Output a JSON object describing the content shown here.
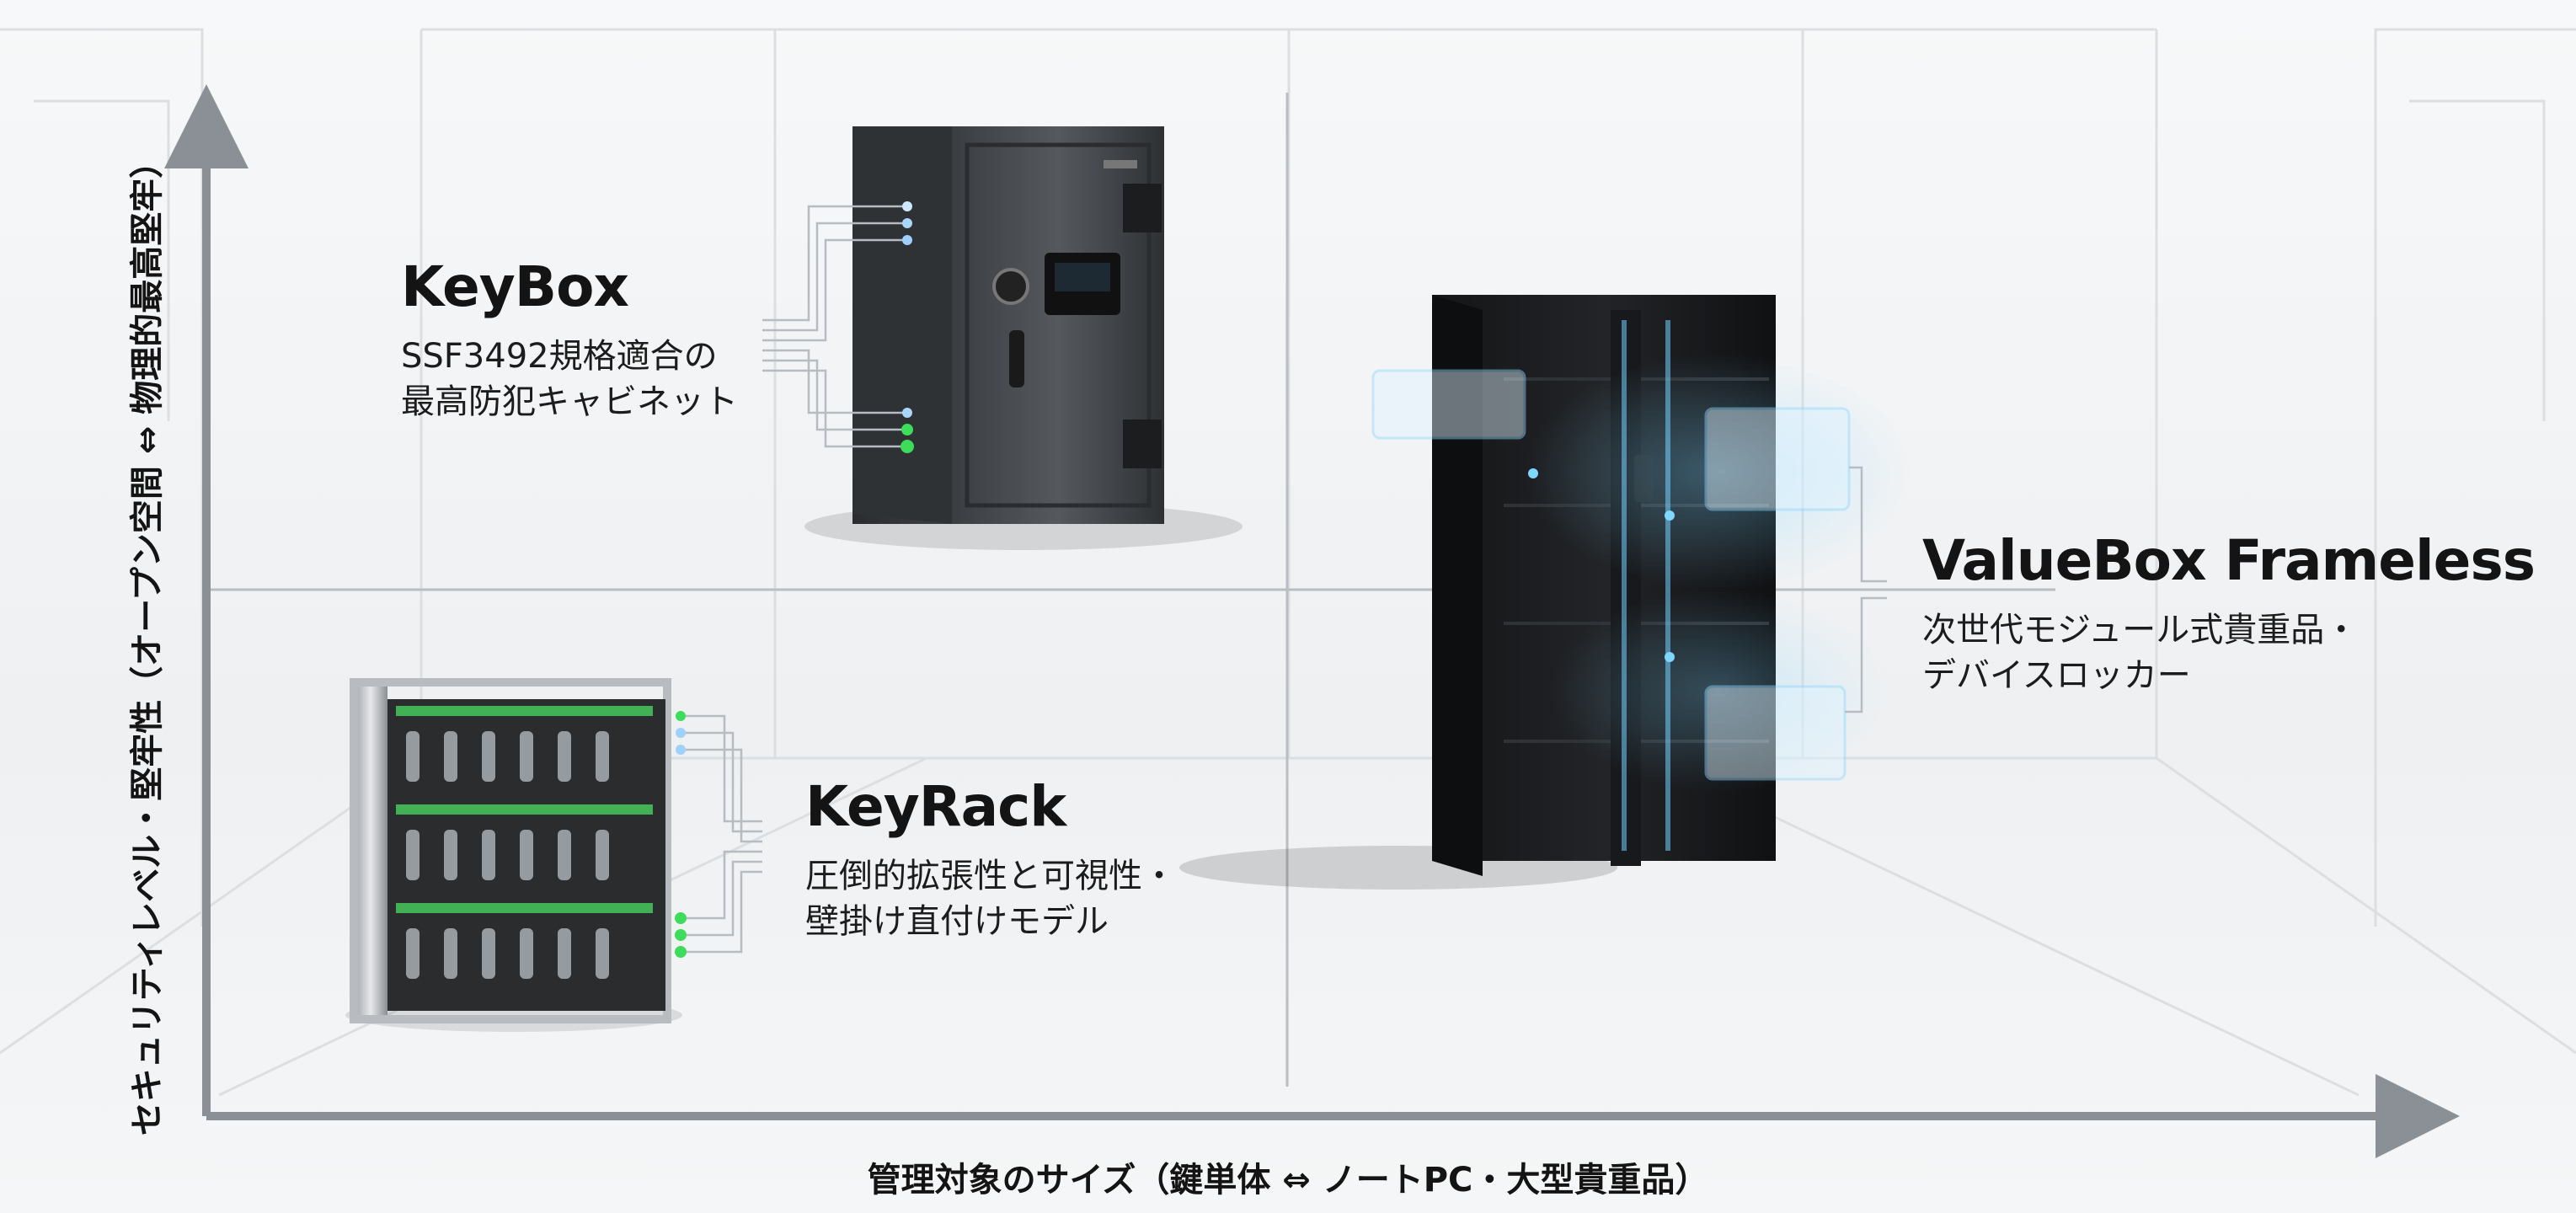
{
  "axes": {
    "x_label": "管理対象のサイズ（鍵単体 ⇔ ノートPC・大型貴重品）",
    "y_label": "セキュリティレベル・堅牢性（オープン空間 ⇔ 物理的最高堅牢）"
  },
  "products": [
    {
      "name": "KeyBox",
      "desc_line1": "SSF3492規格適合の",
      "desc_line2": "最高防犯キャビネット",
      "icon": "safe-cabinet"
    },
    {
      "name": "KeyRack",
      "desc_line1": "圧倒的拡張性と可視性・",
      "desc_line2": "壁掛け直付けモデル",
      "icon": "key-rack"
    },
    {
      "name": "ValueBox Frameless",
      "desc_line1": "次世代モジュール式貴重品・",
      "desc_line2": "デバイスロッカー",
      "icon": "locker"
    }
  ],
  "colors": {
    "accent_green": "#3ddc5a",
    "accent_blue": "#5cc6ff",
    "axis": "#8a9096"
  }
}
